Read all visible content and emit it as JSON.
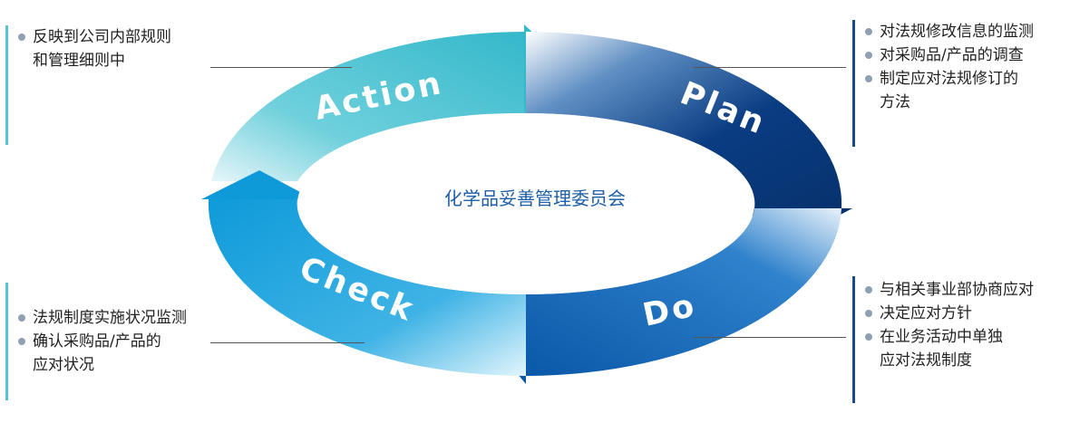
{
  "center": {
    "title": "化学品妥善管理委员会"
  },
  "stages": {
    "action": {
      "label": "Action"
    },
    "plan": {
      "label": "Plan"
    },
    "do": {
      "label": "Do"
    },
    "check": {
      "label": "Check"
    }
  },
  "panels": {
    "action": {
      "items": [
        "反映到公司内部规则\n和管理细则中"
      ]
    },
    "plan": {
      "items": [
        "对法规修改信息的监测",
        "对采购品/产品的调查",
        "制定应对法规修订的\n方法"
      ]
    },
    "do": {
      "items": [
        "与相关事业部协商应对",
        "决定应对方针",
        "在业务活动中单独\n应对法规制度"
      ]
    },
    "check": {
      "items": [
        "法规制度实施状况监测",
        "确认采购品/产品的\n应对状况"
      ]
    }
  },
  "colors": {
    "action": "#44bece",
    "plan": "#083b80",
    "do": "#0b5cae",
    "check": "#109fde",
    "accent_bar_light": "#56c3d6",
    "accent_bar_dark": "#1a4a8e",
    "title": "#1f5fa8"
  }
}
